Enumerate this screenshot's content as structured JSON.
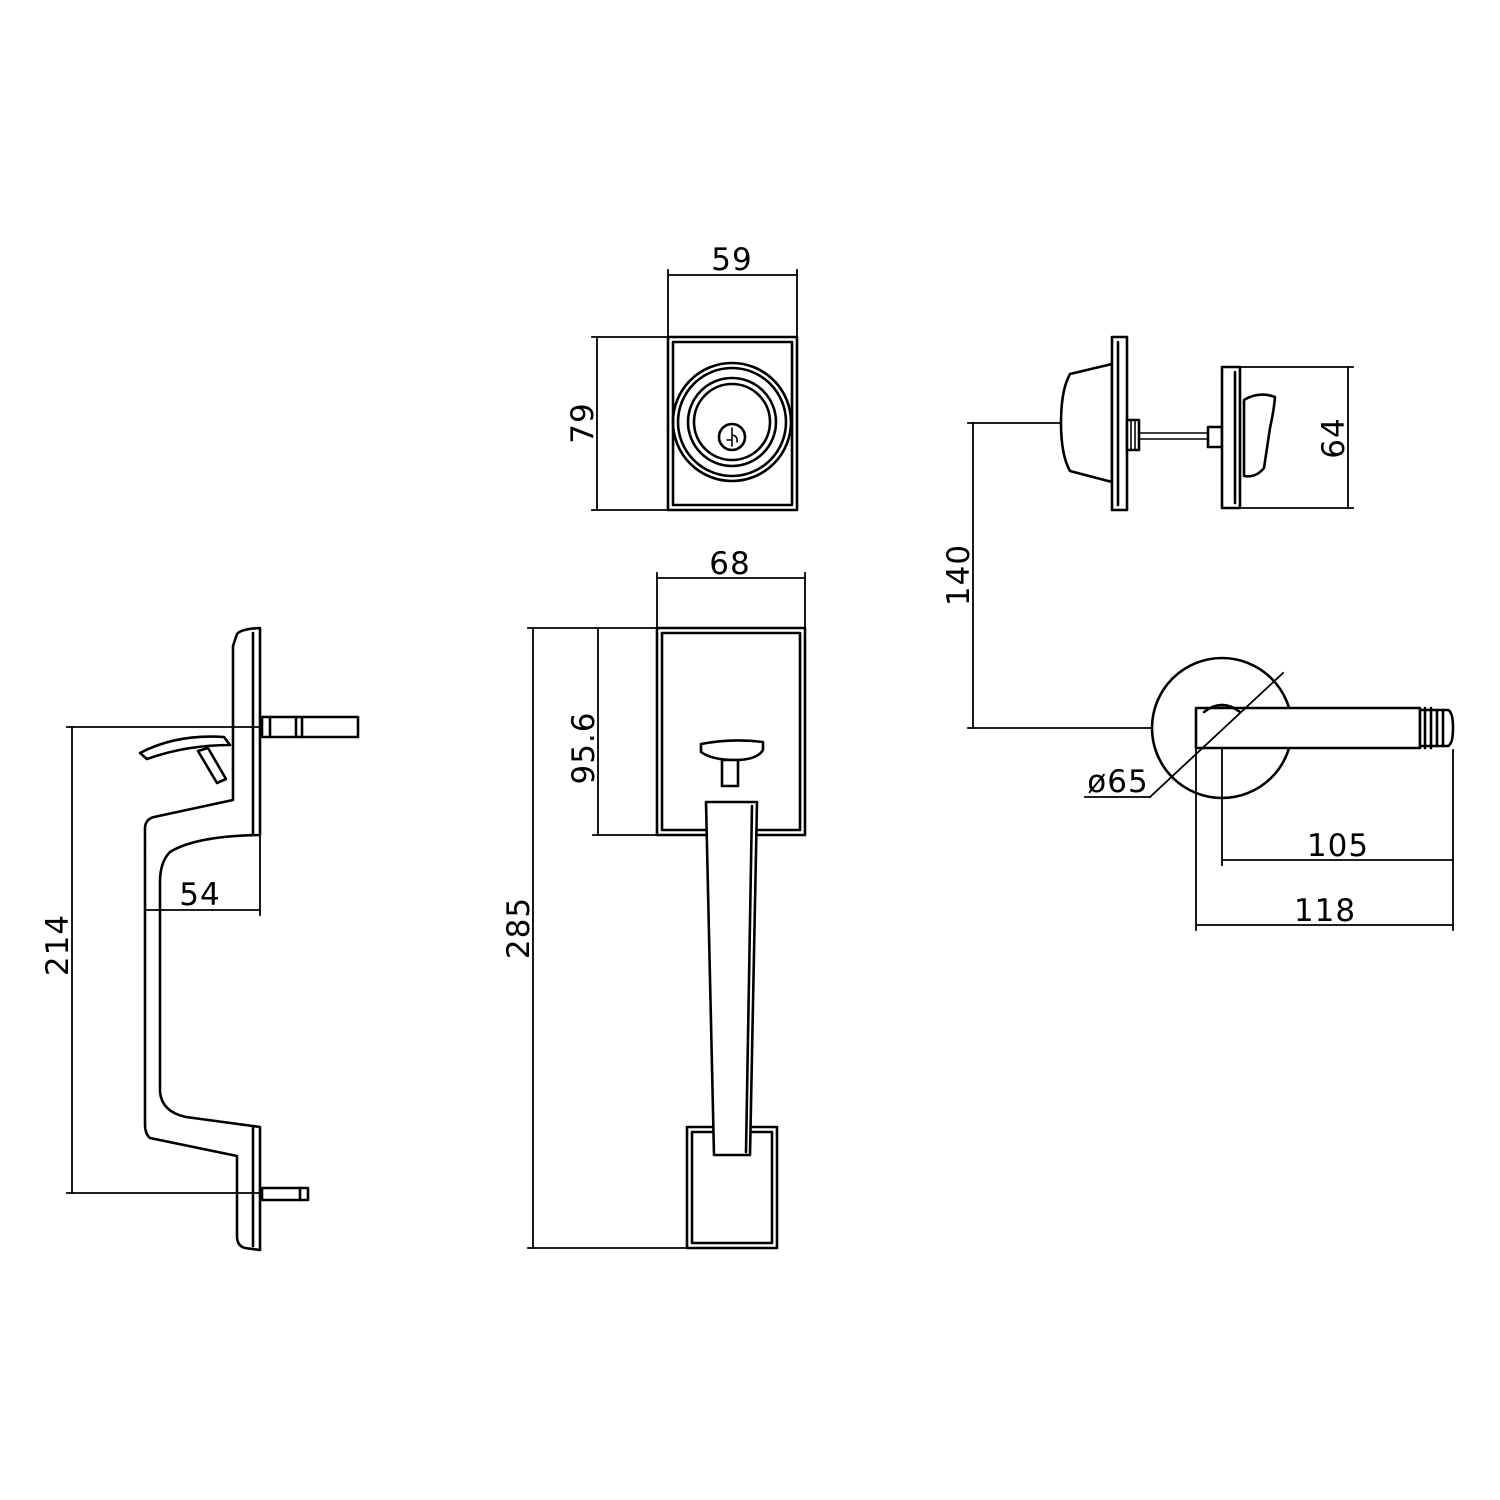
{
  "views": {
    "deadbolt_front": {
      "width_label": "59",
      "height_label": "79"
    },
    "handle_front": {
      "plate_width_label": "68",
      "plate_height_label": "95.6",
      "overall_height_label": "285"
    },
    "handle_side": {
      "height_label": "214",
      "projection_label": "54"
    },
    "deadbolt_side": {
      "thickness_label": "64",
      "offset_label": "140"
    },
    "lever": {
      "rose_diameter_label": "ø65",
      "lever_reach_label": "105",
      "lever_length_label": "118"
    }
  },
  "colors": {
    "line": "#000000",
    "background": "#ffffff"
  }
}
